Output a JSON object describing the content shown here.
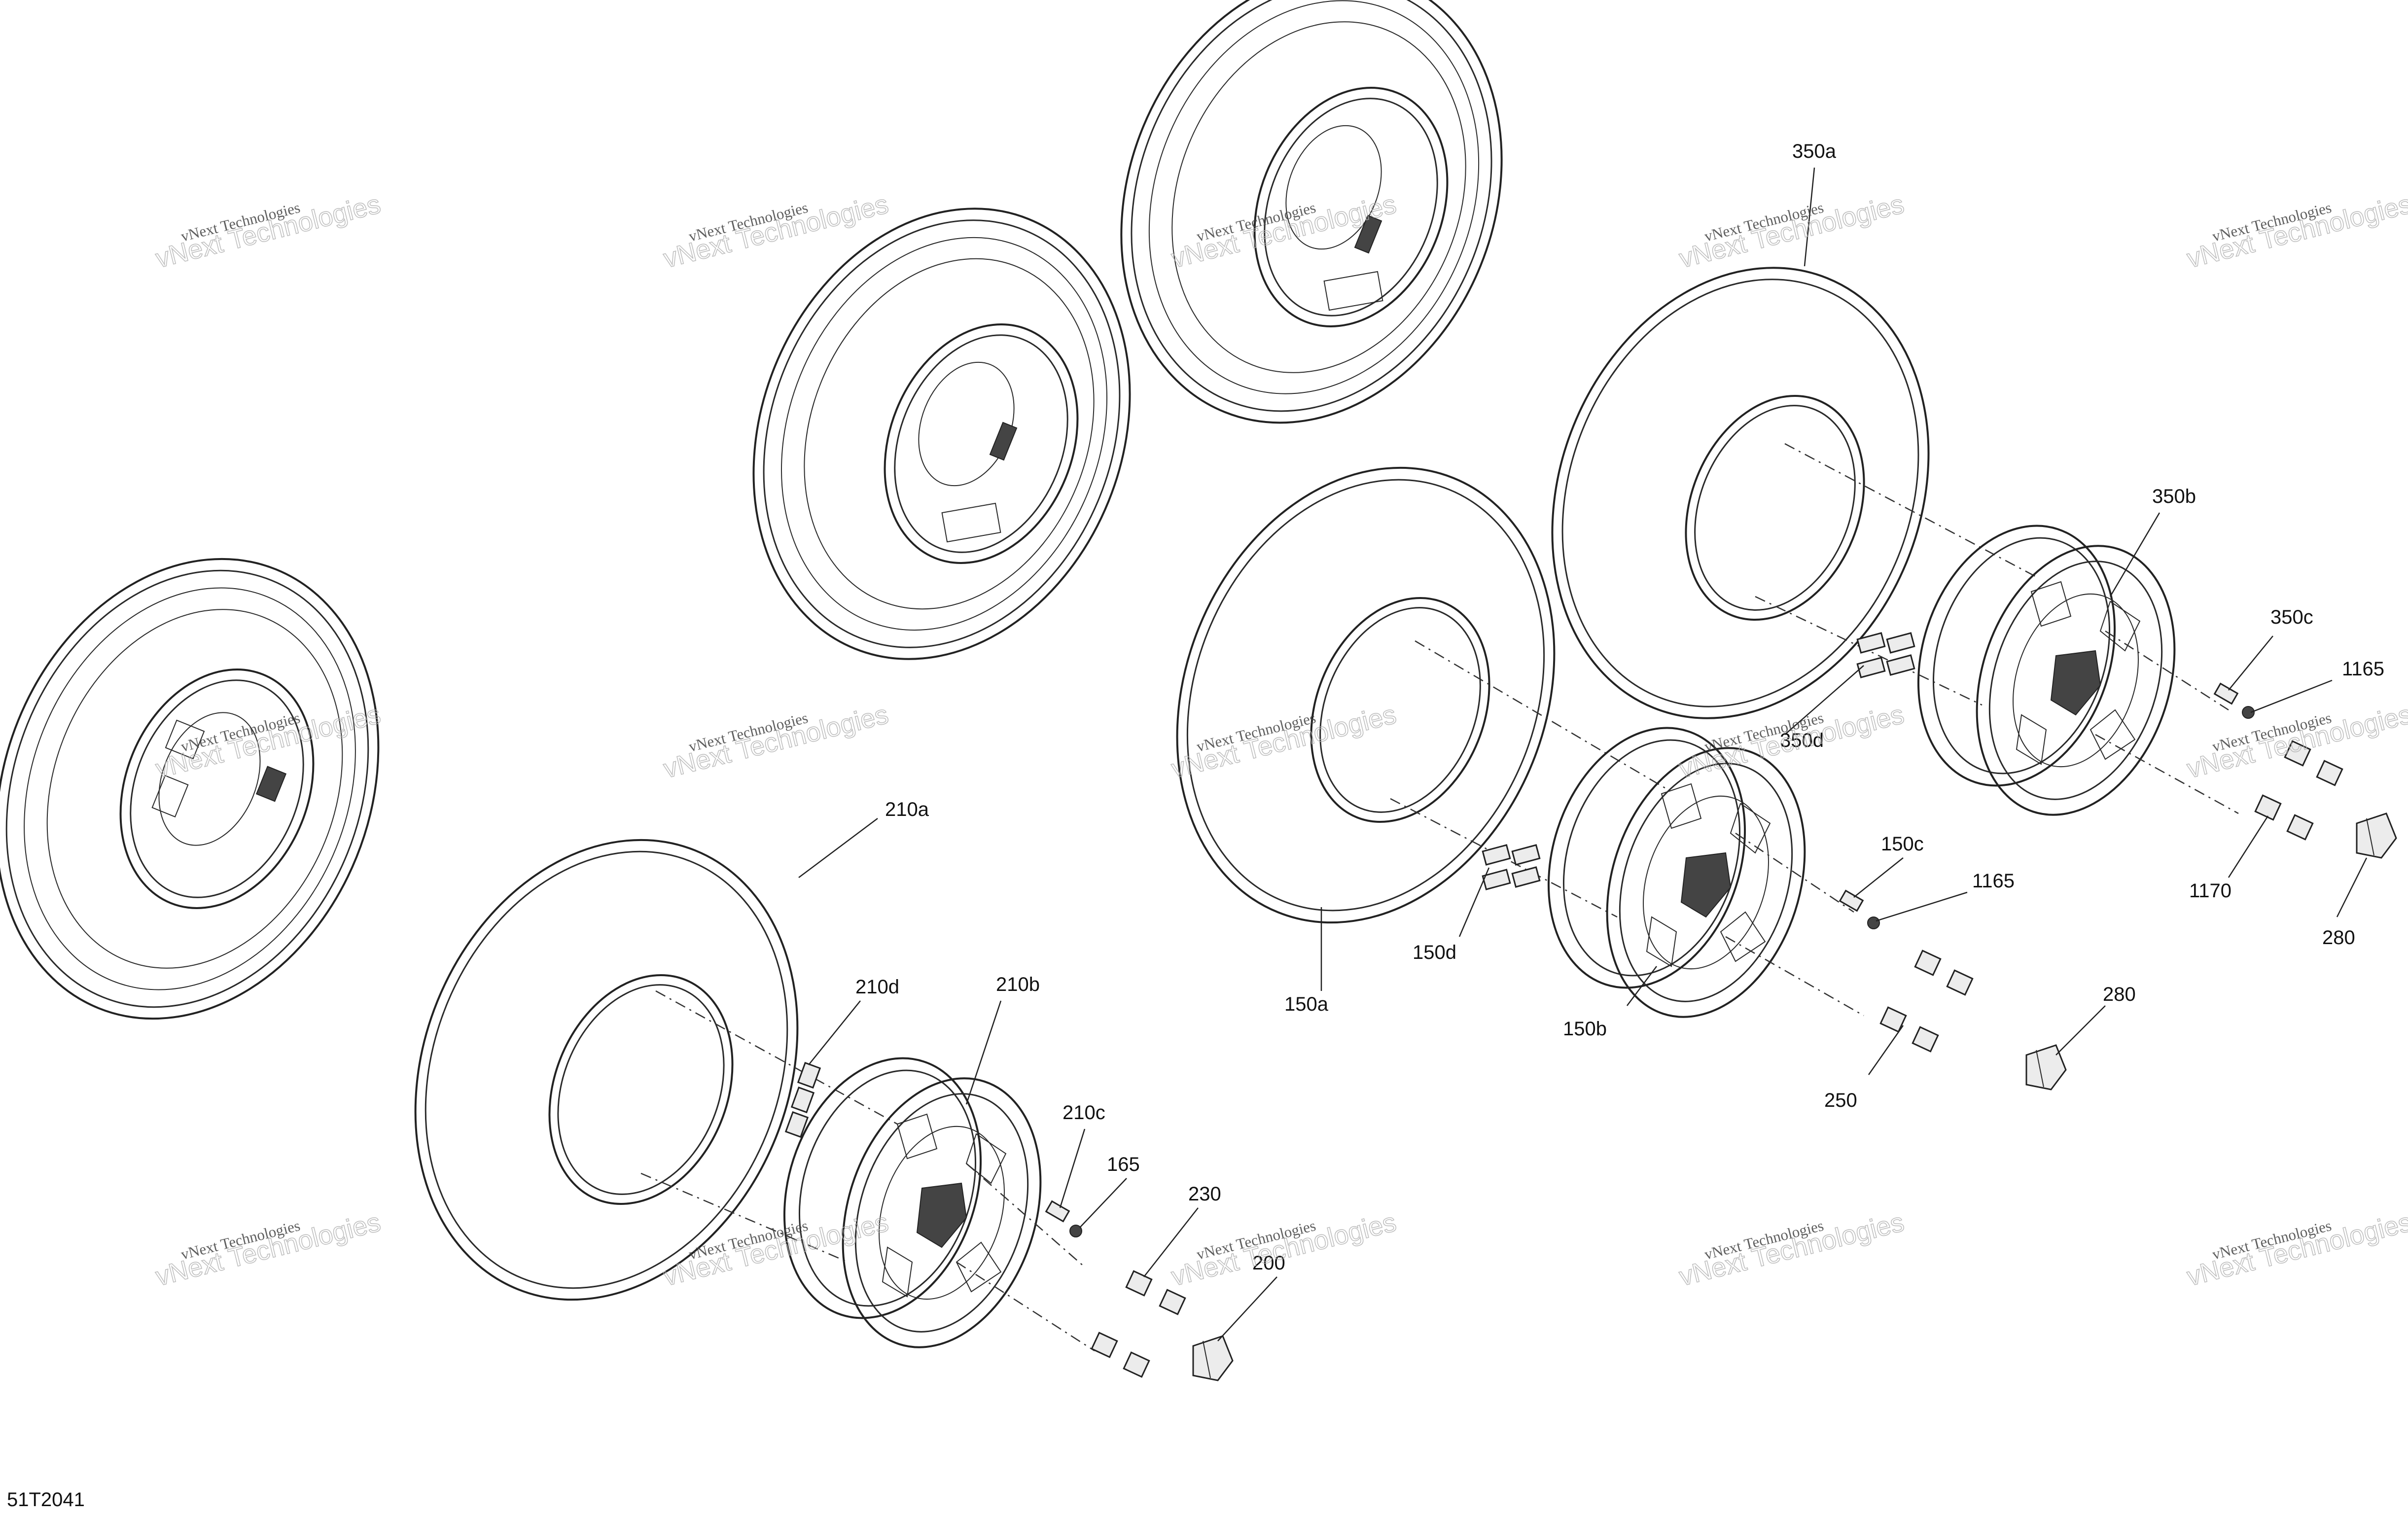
{
  "diagram_code": "51T2041",
  "watermark": {
    "line1": "vNext Technologies",
    "line2": "vNext Technologies"
  },
  "callouts": {
    "c210a": "210a",
    "c210d": "210d",
    "c210b": "210b",
    "c210c": "210c",
    "c165": "165",
    "c230": "230",
    "c200": "200",
    "c150a": "150a",
    "c150d": "150d",
    "c150b": "150b",
    "c150c": "150c",
    "c1165a": "1165",
    "c250": "250",
    "c280a": "280",
    "c350a": "350a",
    "c350b": "350b",
    "c350c": "350c",
    "c350d": "350d",
    "c1165b": "1165",
    "c1170": "1170",
    "c280b": "280"
  },
  "colors": {
    "line": "#2a2a2a",
    "background": "#ffffff",
    "watermark": "#b0b0b0"
  }
}
